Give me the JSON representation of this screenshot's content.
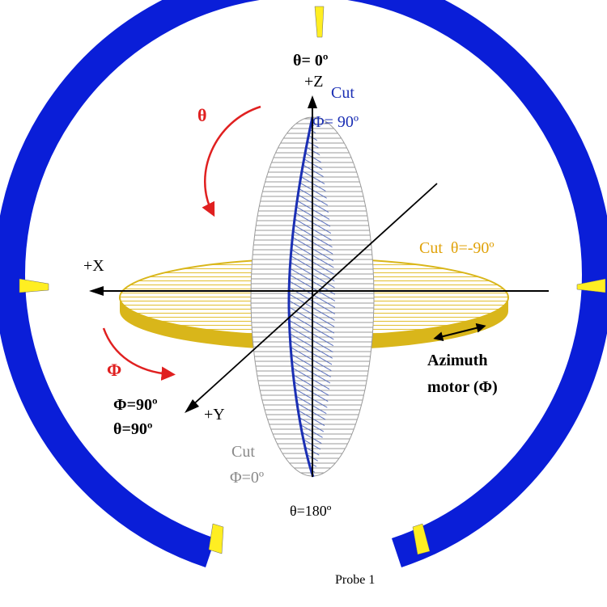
{
  "labels": {
    "theta_top": "θ= 0º",
    "z_axis": "+Z",
    "cut_phi90_a": "Cut",
    "cut_phi90_b": "Φ= 90º",
    "theta_symbol": "θ",
    "x_axis": "+X",
    "cut_theta90": "Cut  θ=-90º",
    "phi_symbol": "Φ",
    "phi90": "Φ=90º",
    "theta90": "θ=90º",
    "y_axis": "+Y",
    "azimuth_a": "Azimuth",
    "azimuth_b": "motor (Φ)",
    "cut_phi0_a": "Cut",
    "cut_phi0_b": "Φ=0º",
    "theta_bottom": "θ=180º",
    "probe": "Probe 1"
  },
  "colors": {
    "ring": "#0a1ed8",
    "marker": "#ffee22",
    "disk": "#d9b61a",
    "arrow_red": "#e02020",
    "cut_blue": "#1b2fb4",
    "cut_orange": "#e0a20a",
    "grey_text": "#8a8a8a"
  }
}
